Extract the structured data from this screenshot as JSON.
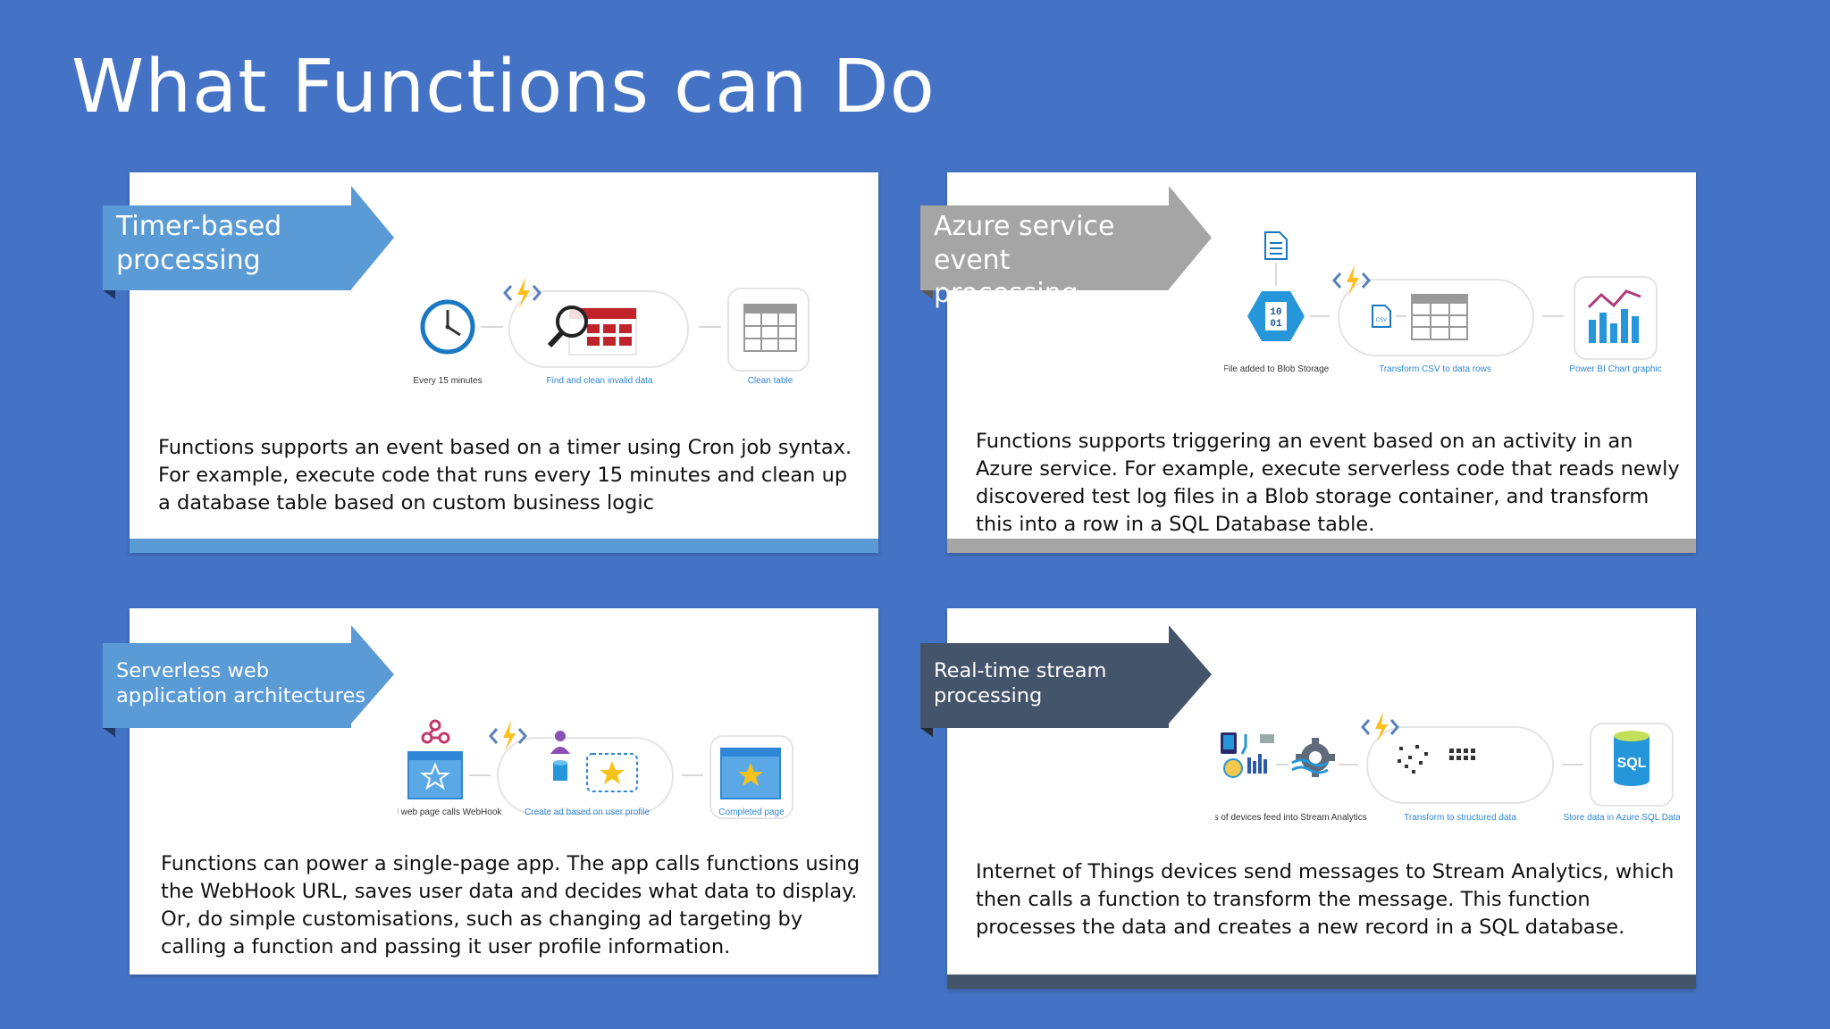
{
  "slide": {
    "title": "What Functions can Do"
  },
  "cards": {
    "timer": {
      "banner_label": "Timer-based processing",
      "banner_color": "#5b9bd5",
      "bar_color": "#5b9bd5",
      "captions": [
        "Every 15 minutes",
        "Find and clean invalid data",
        "Clean table"
      ],
      "icons": [
        "clock-icon",
        "functions-icon",
        "search-icon",
        "table-icon"
      ],
      "description": "Functions supports an event based on a timer using Cron job syntax. For example, execute code that runs every 15 minutes and clean up a database table based on custom business logic"
    },
    "azure": {
      "banner_label": "Azure service event processing",
      "banner_color": "#a5a5a5",
      "bar_color": "#a5a5a5",
      "captions": [
        "File added to Blob Storage",
        "Transform CSV to data rows",
        "Power BI Chart graphic"
      ],
      "icons": [
        "document-icon",
        "blob-storage-icon",
        "functions-icon",
        "csv-file-icon",
        "table-icon",
        "bar-chart-icon"
      ],
      "description": "Functions supports triggering an event based on an activity in an Azure service. For example, execute serverless code that reads newly discovered test log files in a Blob storage container, and transform this into a row in a SQL Database table."
    },
    "web": {
      "banner_label": "Serverless web application architectures",
      "banner_color": "#5b9bd5",
      "bar_color": "#ffffff",
      "captions": [
        "Loaded web page calls WebHook",
        "Create ad based on user profile",
        "Completed page"
      ],
      "icons": [
        "webhook-icon",
        "web-page-icon",
        "functions-icon",
        "user-icon",
        "database-icon",
        "star-icon",
        "completed-page-icon"
      ],
      "description": "Functions can power a single-page app. The app calls functions using the WebHook URL, saves user data and decides what data to display. Or, do simple customisations, such as changing ad targeting by calling a function and passing it user profile information."
    },
    "stream": {
      "banner_label": "Real-time stream processing",
      "banner_color": "#44546a",
      "bar_color": "#44546a",
      "captions": [
        "Millions of devices feed into Stream Analytics",
        "Transform to structured data",
        "Store data in Azure SQL Database"
      ],
      "icons": [
        "iot-devices-icon",
        "stream-analytics-icon",
        "functions-icon",
        "scatter-data-icon",
        "grid-data-icon",
        "sql-database-icon"
      ],
      "sql_label": "SQL",
      "description": "Internet of Things devices send messages to Stream Analytics, which then calls a function to transform the message. This function processes the data and creates a new record in a SQL database."
    }
  }
}
